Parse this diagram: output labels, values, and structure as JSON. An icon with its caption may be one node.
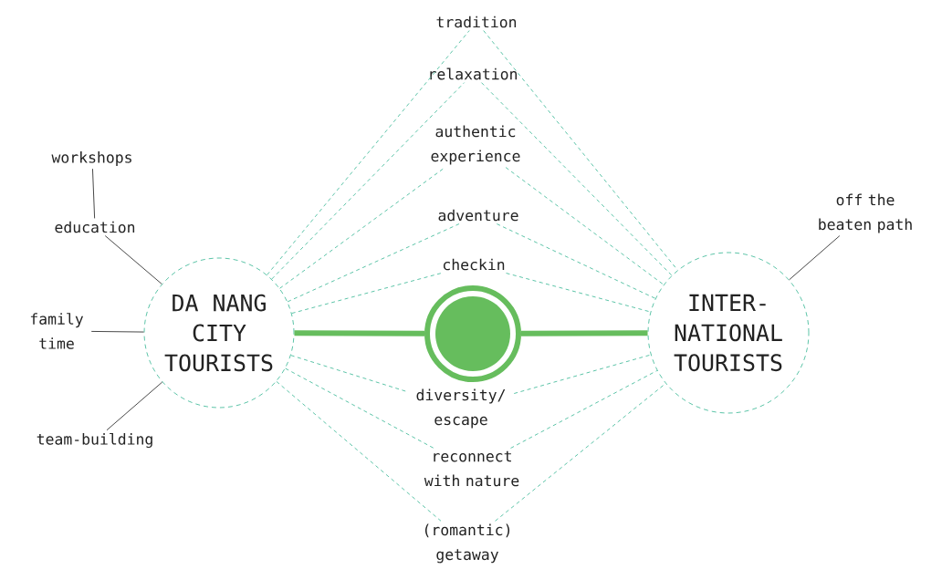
{
  "diagram": {
    "nodes": [
      {
        "text": [
          "DA NANG CITY TOURISTS"
        ]
      },
      {
        "text": [
          "INTER- NATIONAL TOURISTS"
        ]
      },
      {
        "text": [],
        "shape": "circle"
      },
      {
        "text": [
          "tradition"
        ]
      },
      {
        "text": [
          "relaxation"
        ]
      },
      {
        "text": [
          "authentic experience"
        ]
      },
      {
        "text": [
          "adventure"
        ]
      },
      {
        "text": [
          "checkin"
        ]
      },
      {
        "text": [
          "diversity/ escape"
        ]
      },
      {
        "text": [
          "reconnect with nature"
        ]
      },
      {
        "text": [
          "(romantic) getaway"
        ]
      },
      {
        "text": [
          "workshops"
        ]
      },
      {
        "text": [
          "education"
        ]
      },
      {
        "text": [
          "family time"
        ]
      },
      {
        "text": [
          "team-building"
        ]
      },
      {
        "text": [
          "off the beaten path"
        ]
      }
    ],
    "edges": [
      {
        "from": 0,
        "to": 2,
        "arrow": "none",
        "style": "thick",
        "color": "#66bd5d"
      },
      {
        "from": 2,
        "to": 1,
        "arrow": "none",
        "style": "thick",
        "color": "#66bd5d"
      },
      {
        "from": 0,
        "to": 3,
        "arrow": "none",
        "style": "dashed"
      },
      {
        "from": 0,
        "to": 4,
        "arrow": "none",
        "style": "dashed"
      },
      {
        "from": 0,
        "to": 5,
        "arrow": "none",
        "style": "dashed"
      },
      {
        "from": 0,
        "to": 6,
        "arrow": "none",
        "style": "dashed"
      },
      {
        "from": 0,
        "to": 7,
        "arrow": "none",
        "style": "dashed"
      },
      {
        "from": 0,
        "to": 8,
        "arrow": "none",
        "style": "dashed"
      },
      {
        "from": 0,
        "to": 9,
        "arrow": "none",
        "style": "dashed"
      },
      {
        "from": 0,
        "to": 10,
        "arrow": "none",
        "style": "dashed"
      },
      {
        "from": 3,
        "to": 1,
        "arrow": "none",
        "style": "dashed"
      },
      {
        "from": 4,
        "to": 1,
        "arrow": "none",
        "style": "dashed"
      },
      {
        "from": 5,
        "to": 1,
        "arrow": "none",
        "style": "dashed"
      },
      {
        "from": 6,
        "to": 1,
        "arrow": "none",
        "style": "dashed"
      },
      {
        "from": 7,
        "to": 1,
        "arrow": "none",
        "style": "dashed"
      },
      {
        "from": 8,
        "to": 1,
        "arrow": "none",
        "style": "dashed"
      },
      {
        "from": 9,
        "to": 1,
        "arrow": "none",
        "style": "dashed"
      },
      {
        "from": 10,
        "to": 1,
        "arrow": "none",
        "style": "dashed"
      },
      {
        "from": 11,
        "to": 12,
        "arrow": "none",
        "color": "#333333"
      },
      {
        "from": 12,
        "to": 0,
        "arrow": "none",
        "color": "#333333"
      },
      {
        "from": 13,
        "to": 0,
        "arrow": "none",
        "color": "#333333"
      },
      {
        "from": 14,
        "to": 0,
        "arrow": "none",
        "color": "#333333"
      },
      {
        "from": 15,
        "to": 1,
        "arrow": "none",
        "color": "#333333"
      }
    ]
  }
}
